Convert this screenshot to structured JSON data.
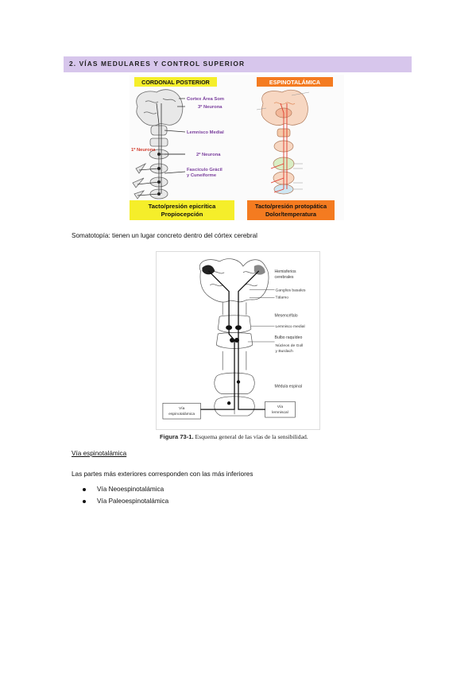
{
  "section": {
    "title": "2. VÍAS MEDULARES Y CONTROL SUPERIOR"
  },
  "figure1": {
    "left_title": "CORDONAL POSTERIOR",
    "right_title": "ESPINOTALÁMICA",
    "left_labels": {
      "cortex": "Cortex Área Som",
      "third": "3º Neurona",
      "lemnisco": "Lemnisco Medial",
      "second": "2º Neurona",
      "first": "1º Neurona",
      "fasciculo_1": "Fascículo Grácil",
      "fasciculo_2": "y Cuneiforme"
    },
    "left_box": {
      "line1": "Tacto/presión epicrítica",
      "line2": "Propiocepción"
    },
    "right_box": {
      "line1": "Tacto/presión protopática",
      "line2": "Dolor/temperatura"
    },
    "colors": {
      "purple": "#7a3e9d",
      "yellow": "#f5ee2a",
      "orange": "#f47b20",
      "red": "#e03b2c"
    }
  },
  "text": {
    "somatotopia": "Somatotopía: tienen un lugar concreto dentro del córtex cerebral",
    "via_heading": "Vía espinotalámica",
    "para2": "Las partes más exteriores corresponden con las más inferiores",
    "bullets": [
      "Vía Neoespinotalámica",
      "Vía Paleoespinotalámica"
    ]
  },
  "figure2": {
    "labels": {
      "hemisferios": "Hemisferios",
      "cerebrales": "cerebrales",
      "ganglios": "Ganglios basales",
      "talamo": "Tálamo",
      "mesencefalo": "Mesencéfalo",
      "lemnisco": "Lemnisco medial",
      "bulbo": "Bulbo raquídeo",
      "nucleos_1": "Núcleos de Goll",
      "nucleos_2": "y Burdach",
      "medula": "Médula espinal",
      "via_left_1": "Vía",
      "via_left_2": "espinotalámica",
      "via_right_1": "Vía",
      "via_right_2": "lemniscal"
    },
    "caption_num": "Figura 73-1.",
    "caption_text": "Esquema general de las vías de la sensibilidad."
  }
}
